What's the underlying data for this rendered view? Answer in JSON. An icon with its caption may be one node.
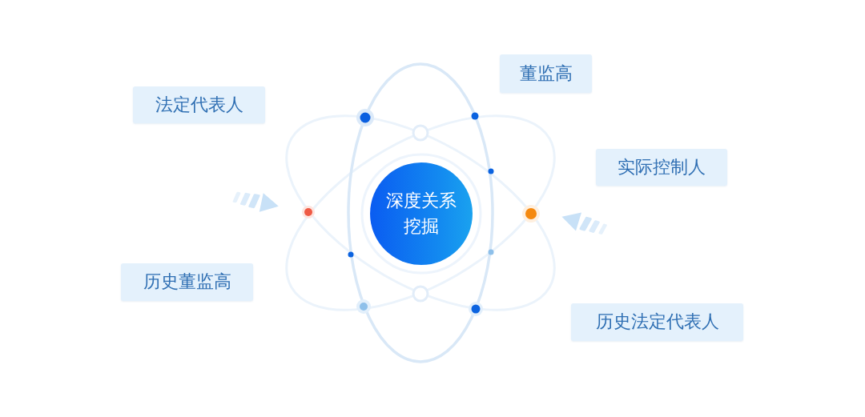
{
  "diagram": {
    "nodes": [
      {
        "text": [
          "董监高"
        ]
      },
      {
        "text": [
          "法定代表人"
        ]
      },
      {
        "text": [
          "实际控制人"
        ]
      },
      {
        "text": [
          "深度关系挖掘"
        ]
      },
      {
        "text": [
          "历史董监高"
        ]
      },
      {
        "text": [
          "历史法定代表人"
        ]
      }
    ]
  }
}
